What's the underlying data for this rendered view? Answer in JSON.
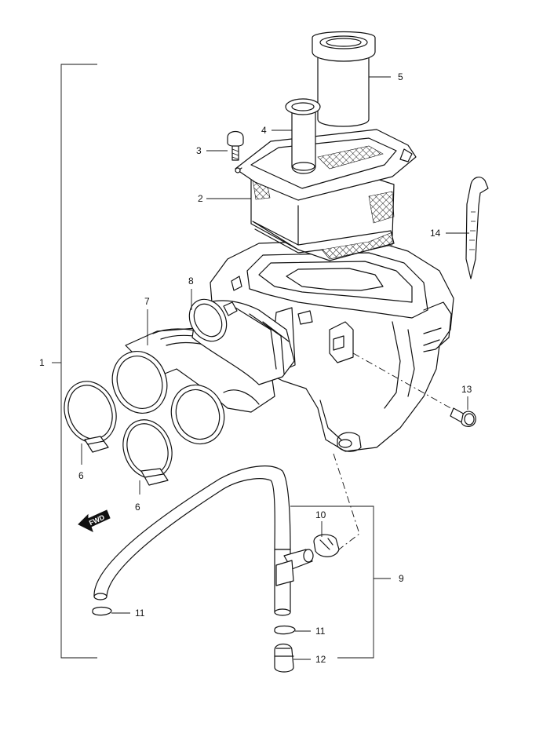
{
  "diagram": {
    "fwd_text": "FWD",
    "callouts": [
      {
        "id": "1",
        "text": "1"
      },
      {
        "id": "2",
        "text": "2"
      },
      {
        "id": "3",
        "text": "3"
      },
      {
        "id": "4",
        "text": "4"
      },
      {
        "id": "5",
        "text": "5"
      },
      {
        "id": "6a",
        "text": "6"
      },
      {
        "id": "6b",
        "text": "6"
      },
      {
        "id": "7",
        "text": "7"
      },
      {
        "id": "8",
        "text": "8"
      },
      {
        "id": "9",
        "text": "9"
      },
      {
        "id": "10",
        "text": "10"
      },
      {
        "id": "11a",
        "text": "11"
      },
      {
        "id": "11b",
        "text": "11"
      },
      {
        "id": "12",
        "text": "12"
      },
      {
        "id": "13",
        "text": "13"
      },
      {
        "id": "14",
        "text": "14"
      }
    ],
    "colors": {
      "line": "#111111",
      "background": "#ffffff"
    }
  }
}
